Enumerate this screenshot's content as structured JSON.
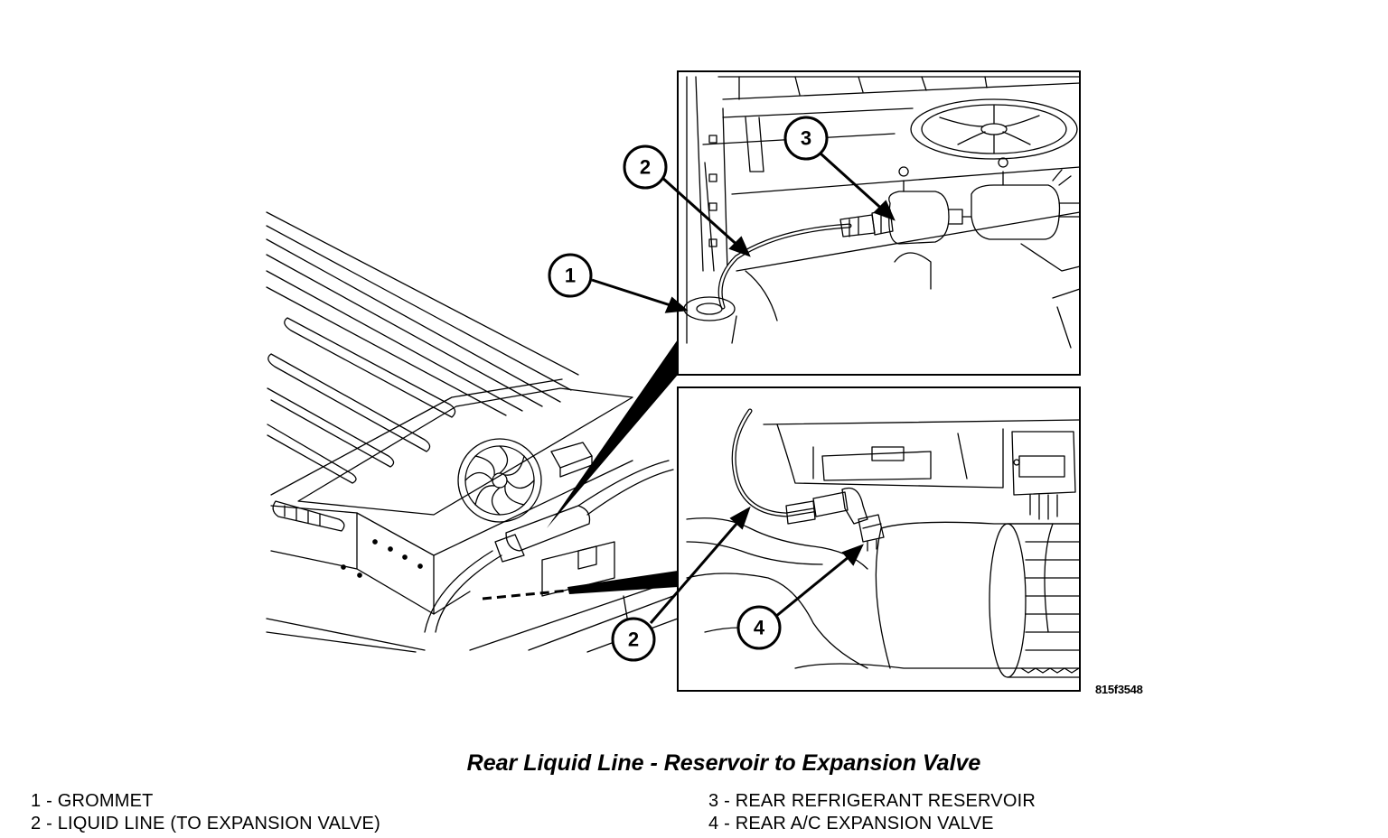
{
  "figure_id": "815f3548",
  "title": "Rear Liquid Line - Reservoir to Expansion Valve",
  "callouts": {
    "c1": "1",
    "c2_top": "2",
    "c3": "3",
    "c2_bottom": "2",
    "c4": "4"
  },
  "legend": [
    "1 - GROMMET",
    "2 - LIQUID LINE (TO EXPANSION VALVE)",
    "3 - REAR REFRIGERANT RESERVOIR",
    "4 - REAR A/C EXPANSION VALVE"
  ]
}
